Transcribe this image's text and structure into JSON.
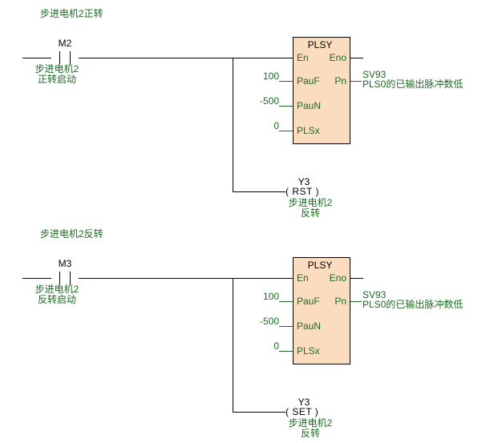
{
  "diagram": {
    "type": "ladder-logic",
    "background_color": "#ffffff",
    "comment_color": "#1d6b24",
    "device_color": "#000000",
    "block_fill_color": "#fbdcbe",
    "block_border_color": "#000000"
  },
  "rungs": [
    {
      "header": "步进电机2正转",
      "contact": {
        "name": "M2",
        "type": "normally-open",
        "comment_line1": "步进电机2",
        "comment_line2": "正转启动"
      },
      "block": {
        "title": "PLSY",
        "en_label": "En",
        "eno_label": "Eno",
        "inputs": [
          {
            "pin": "PauF",
            "value": "100"
          },
          {
            "pin": "PauN",
            "value": "-500"
          },
          {
            "pin": "PLSx",
            "value": "0"
          }
        ],
        "output": {
          "pin": "Pn",
          "operand": "SV93",
          "comment": "PLS0的已输出脉冲数低"
        }
      },
      "coil": {
        "name": "Y3",
        "instruction": "( RST )",
        "comment_line1": "步进电机2",
        "comment_line2": "反转"
      }
    },
    {
      "header": "步进电机2反转",
      "contact": {
        "name": "M3",
        "type": "normally-open",
        "comment_line1": "步进电机2",
        "comment_line2": "反转启动"
      },
      "block": {
        "title": "PLSY",
        "en_label": "En",
        "eno_label": "Eno",
        "inputs": [
          {
            "pin": "PauF",
            "value": "100"
          },
          {
            "pin": "PauN",
            "value": "-500"
          },
          {
            "pin": "PLSx",
            "value": "0"
          }
        ],
        "output": {
          "pin": "Pn",
          "operand": "SV93",
          "comment": "PLS0的已输出脉冲数低"
        }
      },
      "coil": {
        "name": "Y3",
        "instruction": "( SET )",
        "comment_line1": "步进电机2",
        "comment_line2": "反转"
      }
    }
  ]
}
